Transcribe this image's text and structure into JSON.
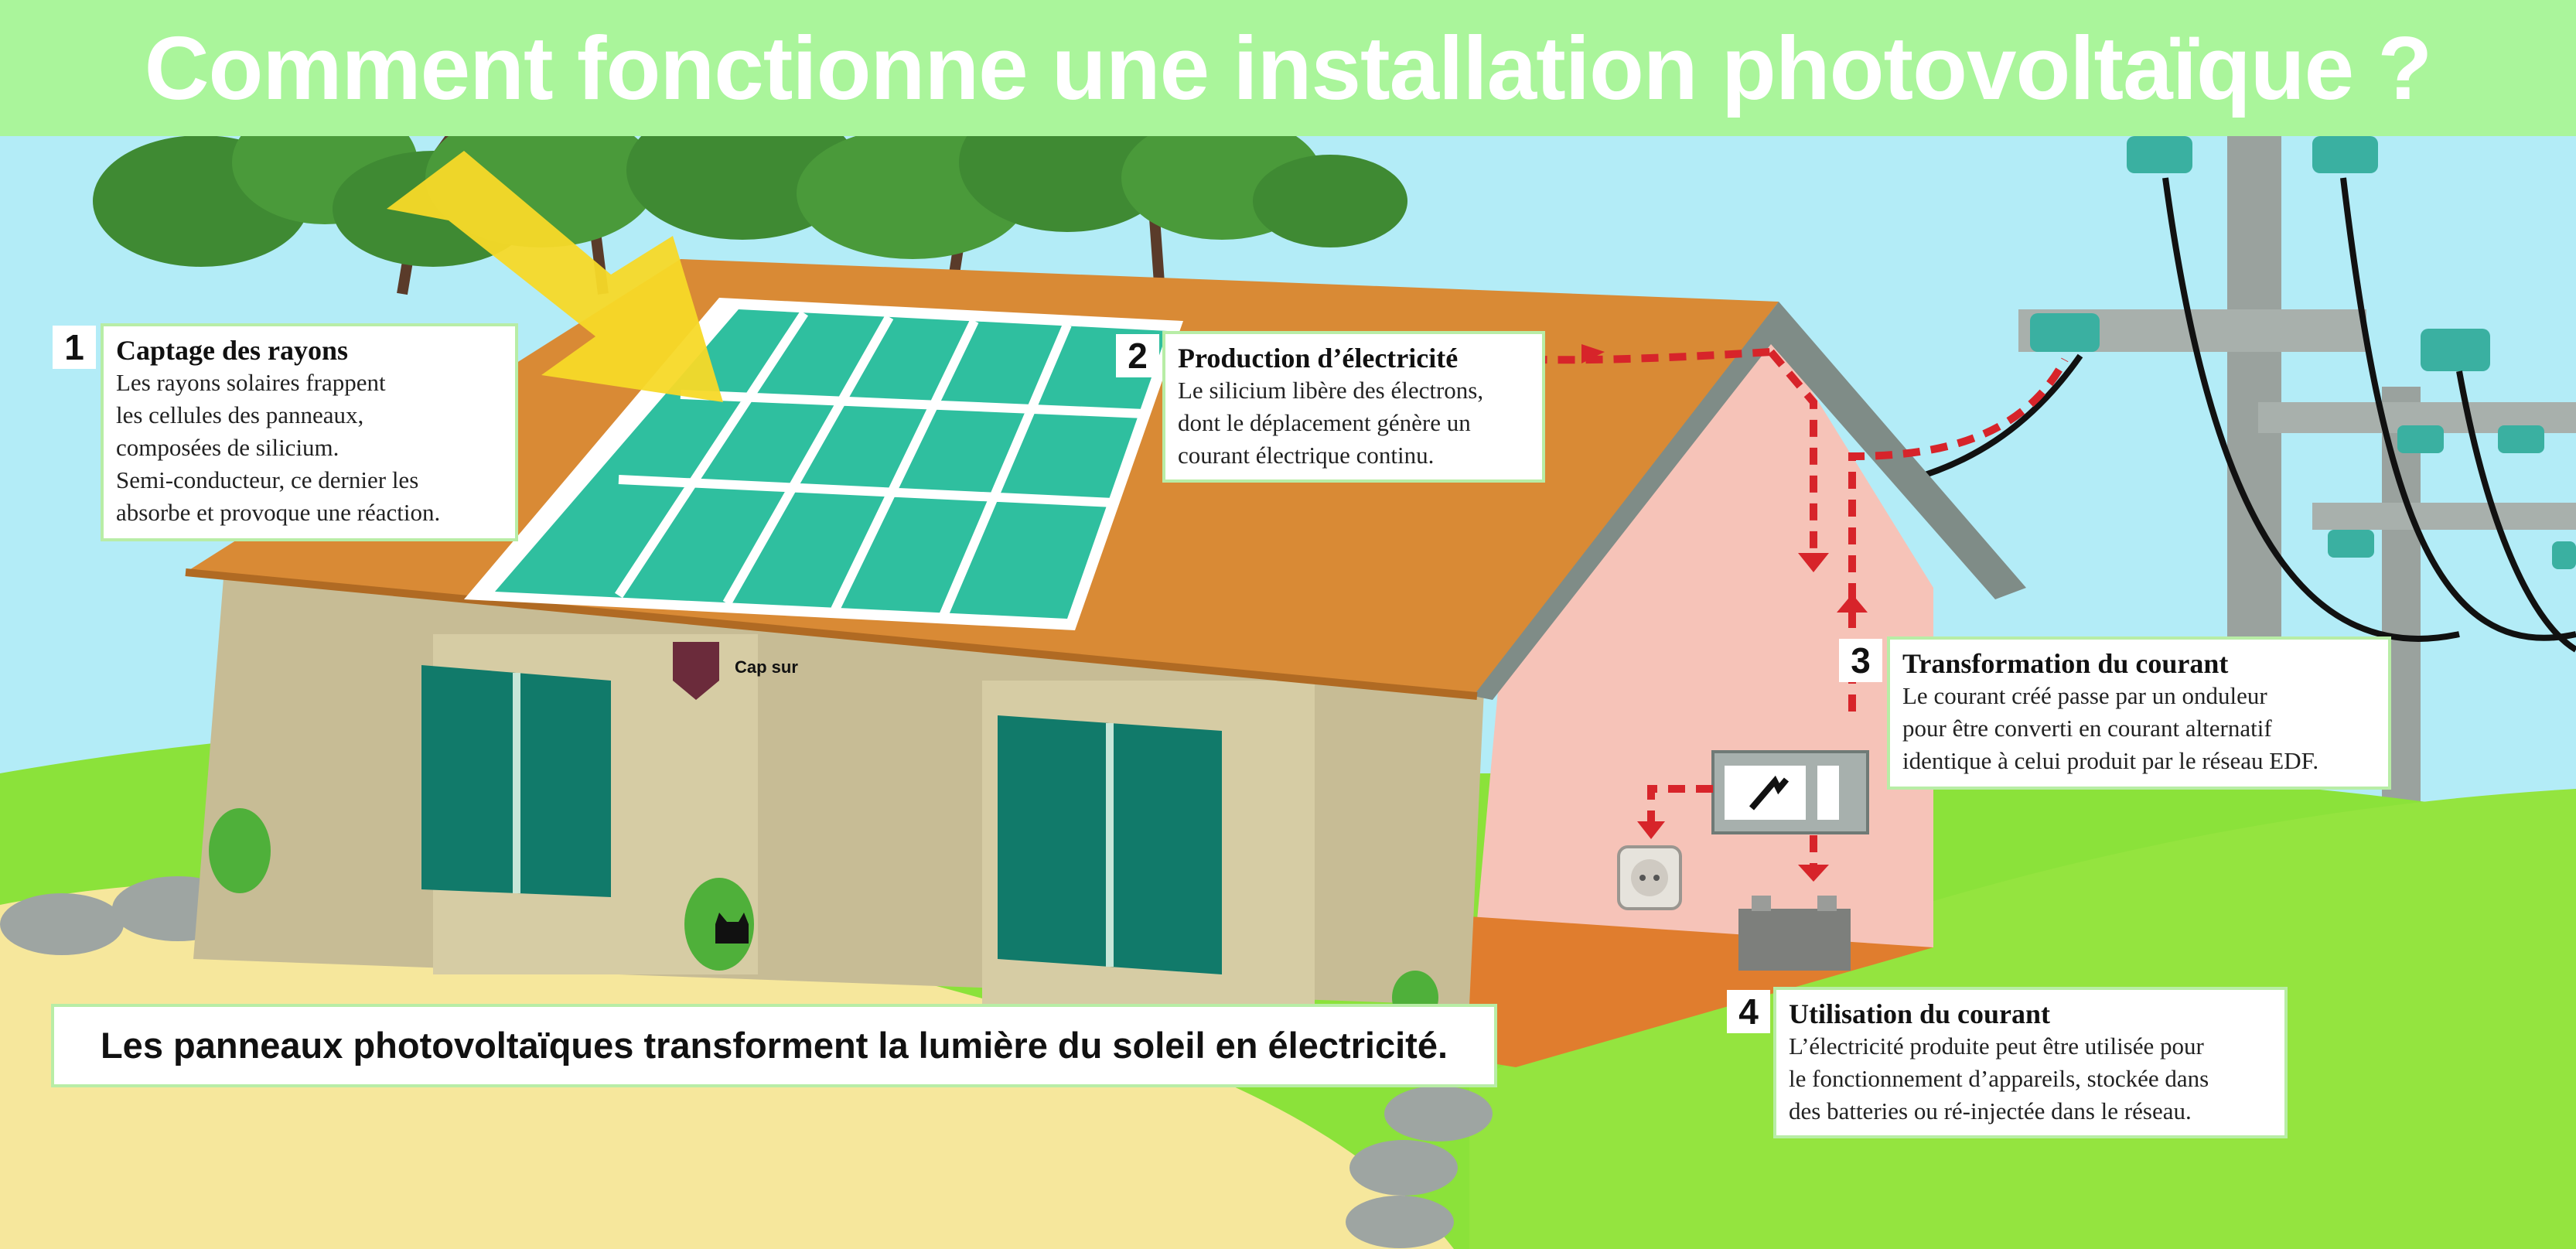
{
  "header": {
    "title": "Comment fonctionne une installation photovoltaïque ?"
  },
  "steps": [
    {
      "number": "1",
      "title": "Captage des rayons",
      "lines": [
        "Les rayons solaires frappent",
        "les cellules des panneaux,",
        "composées de silicium.",
        "Semi-conducteur, ce dernier les",
        "absorbe et provoque une réaction."
      ]
    },
    {
      "number": "2",
      "title": "Production d’électricité",
      "lines": [
        "Le silicium libère des électrons,",
        "dont le déplacement génère un",
        "courant électrique continu."
      ]
    },
    {
      "number": "3",
      "title": "Transformation du courant",
      "lines": [
        "Le courant créé passe par un onduleur",
        "pour être converti en courant alternatif",
        "identique à celui produit par le réseau EDF."
      ]
    },
    {
      "number": "4",
      "title": "Utilisation du courant",
      "lines": [
        "L’électricité produite peut être utilisée pour",
        "le fonctionnement d’appareils, stockée dans",
        "des batteries ou ré-injectée dans le réseau."
      ]
    }
  ],
  "caption": "Les panneaux photovoltaïques transforment la lumière du soleil en électricité.",
  "colors": {
    "banner": "#aaf59b",
    "sky": "#b3ecf7",
    "grass": "#8be23a",
    "sand": "#f6e79c",
    "roof": "#d98a35",
    "panel": "#2fbf9f",
    "house_wall": "#c7bc95",
    "gable": "#f6c3b8",
    "flow_arrows": "#d7242a",
    "sun_arrow": "#f7d928"
  },
  "icons": [
    "sun-ray-arrow",
    "solar-panel",
    "inverter-icon",
    "power-socket-icon",
    "battery-icon",
    "power-pylon",
    "house-logo-icon",
    "cat-icon"
  ]
}
